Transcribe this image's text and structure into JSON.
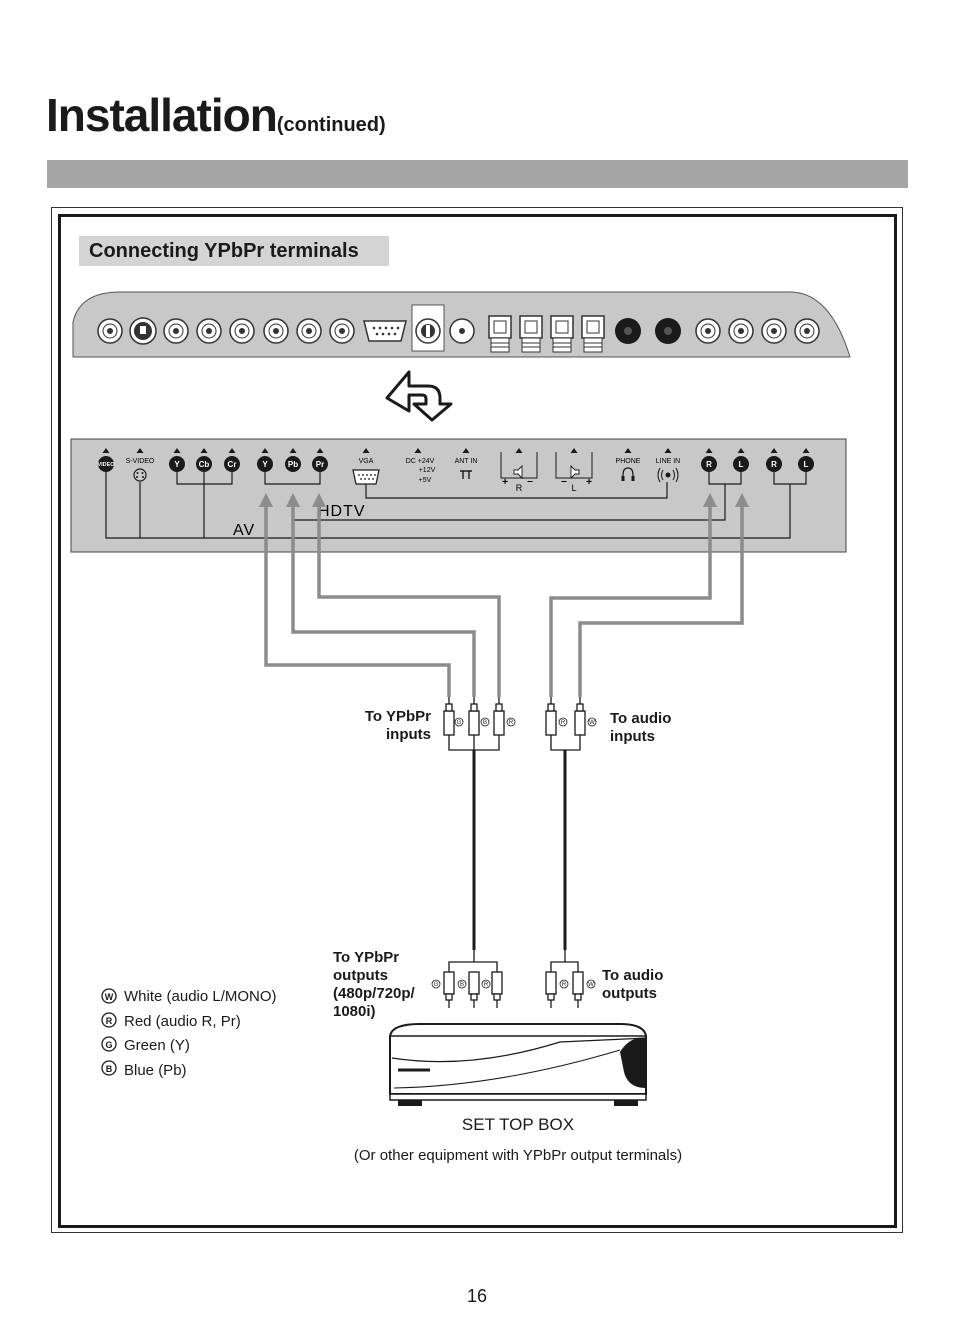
{
  "page": {
    "title": "Installation",
    "subtitle": "(continued)",
    "section_title": "Connecting YPbPr terminals",
    "page_number": "16"
  },
  "panel": {
    "jacks": {
      "video": "VIDEO",
      "svideo": "S-VIDEO",
      "y1": "Y",
      "cb": "Cb",
      "cr": "Cr",
      "y2": "Y",
      "pb": "Pb",
      "pr": "Pr",
      "vga": "VGA",
      "dc_1": "DC +24V",
      "dc_2": "+12V",
      "dc_3": "+5V",
      "ant": "ANT IN",
      "spk_r": "R",
      "spk_l": "L",
      "plus": "+",
      "minus": "–",
      "phone": "PHONE",
      "line_in": "LINE IN",
      "r1": "R",
      "l1": "L",
      "r2": "R",
      "l2": "L"
    },
    "group_av": "AV",
    "group_hdtv": "HDTV"
  },
  "cables": {
    "ypbpr_inputs_1": "To YPbPr",
    "ypbpr_inputs_2": "inputs",
    "audio_inputs_1": "To audio",
    "audio_inputs_2": "inputs",
    "ypbpr_outputs_1": "To YPbPr",
    "ypbpr_outputs_2": "outputs",
    "ypbpr_outputs_3": "(480p/720p/",
    "ypbpr_outputs_4": "1080i)",
    "audio_outputs_1": "To audio",
    "audio_outputs_2": "outputs",
    "plug_letters": {
      "g": "G",
      "b": "B",
      "r": "R",
      "w": "W"
    }
  },
  "legend": [
    {
      "mark": "W",
      "text": "White (audio L/MONO)"
    },
    {
      "mark": "R",
      "text": "Red (audio R, Pr)"
    },
    {
      "mark": "G",
      "text": "Green (Y)"
    },
    {
      "mark": "B",
      "text": "Blue (Pb)"
    }
  ],
  "device": {
    "label": "SET TOP BOX",
    "note": "(Or other equipment with YPbPr output terminals)"
  },
  "colors": {
    "gray_bar": "#a6a6a6",
    "panel": "#c8c8c8",
    "section_label_bg": "#d4d4d4",
    "cable_arrow": "#8c8c8c",
    "jack_dark": "#1a1a1a"
  }
}
